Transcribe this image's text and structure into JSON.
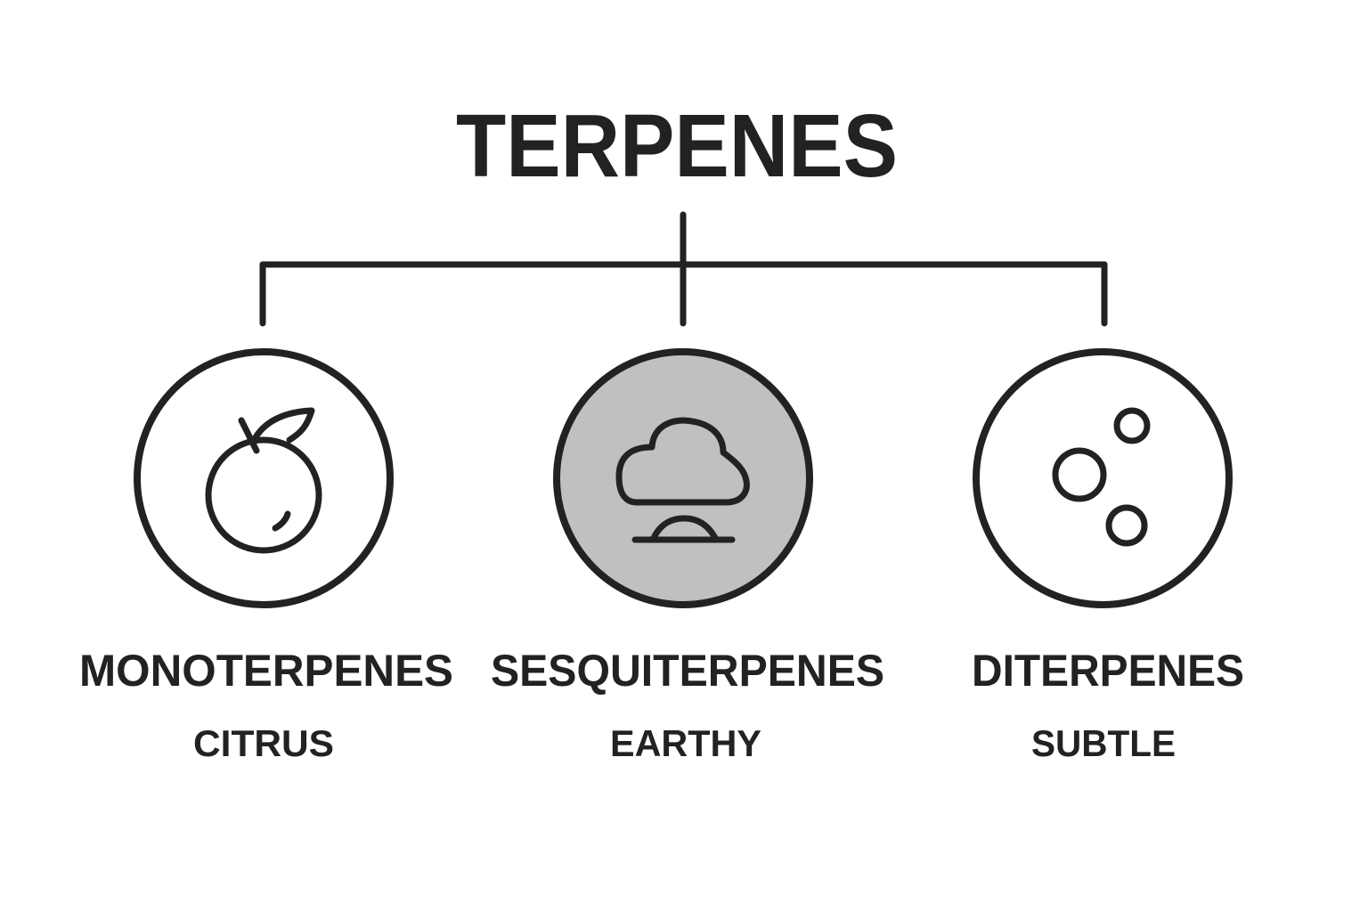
{
  "title": "TERPENES",
  "colors": {
    "stroke": "#222222",
    "highlight_fill": "#c0c1bf",
    "background": "#ffffff"
  },
  "categories": [
    {
      "name": "MONOTERPENES",
      "descriptor": "CITRUS",
      "icon": "citrus-fruit-icon",
      "highlighted": false
    },
    {
      "name": "SESQUITERPENES",
      "descriptor": "EARTHY",
      "icon": "cloud-earth-icon",
      "highlighted": true
    },
    {
      "name": "DITERPENES",
      "descriptor": "SUBTLE",
      "icon": "bubbles-icon",
      "highlighted": false
    }
  ]
}
